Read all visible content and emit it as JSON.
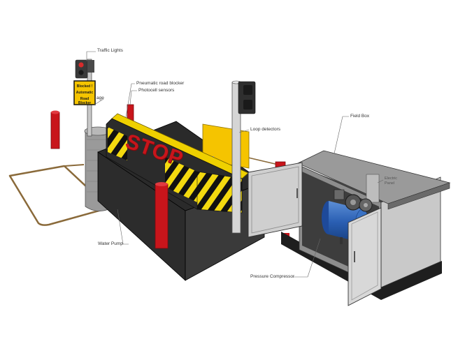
{
  "labels": {
    "traffic_lights": "Traffic Lights",
    "pneumatic_road_blocker": "Pneumatic road blocker",
    "photocell_sensors": "Photocell sensors",
    "signage": "age",
    "loop_detectors": "Loop detectors",
    "field_box": "Field Box",
    "electric_panel_line1": "Electric",
    "electric_panel_line2": "Panel",
    "water_pump": "Water Pump",
    "pressure_compressor": "Pressure Compressor"
  },
  "sign": {
    "line1": "Blocked !",
    "line2": "Automatic",
    "line3": "Road Blocker"
  },
  "blocker_text": "STOP"
}
